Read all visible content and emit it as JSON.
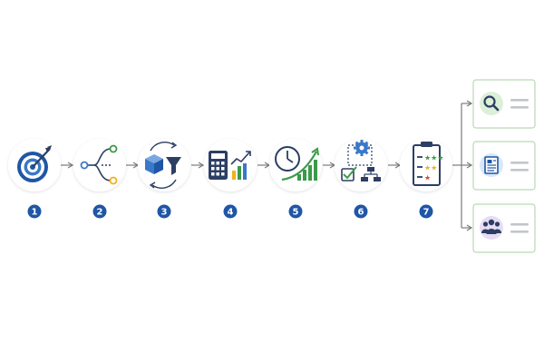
{
  "palette": {
    "circle_fill": "#ffffff",
    "circle_shadow": "#e7e9ee",
    "badge": "#1f56a6",
    "arrow": "#7b7b7b",
    "icon_navy": "#2c3e63",
    "icon_blue": "#3a78c9",
    "icon_green": "#3c9a4a",
    "icon_yellow": "#f2b01e",
    "icon_red": "#e0452f",
    "card_border": "#b9d9b5",
    "card_line": "#c2c5ca",
    "card1_bubble": "#dcefd8",
    "card2_bubble": "#d8e8f9",
    "card3_bubble": "#e6dcf4"
  },
  "steps": [
    {
      "number": "1",
      "icon": "target-dart-icon"
    },
    {
      "number": "2",
      "icon": "branching-flow-icon"
    },
    {
      "number": "3",
      "icon": "package-cycle-filter-icon"
    },
    {
      "number": "4",
      "icon": "calculator-growth-chart-icon"
    },
    {
      "number": "5",
      "icon": "clock-rising-bars-icon"
    },
    {
      "number": "6",
      "icon": "gear-checkbox-hierarchy-icon"
    },
    {
      "number": "7",
      "icon": "clipboard-rating-stars-icon"
    }
  ],
  "outputs": [
    {
      "icon": "magnifier-icon"
    },
    {
      "icon": "document-report-icon"
    },
    {
      "icon": "team-people-icon"
    }
  ]
}
